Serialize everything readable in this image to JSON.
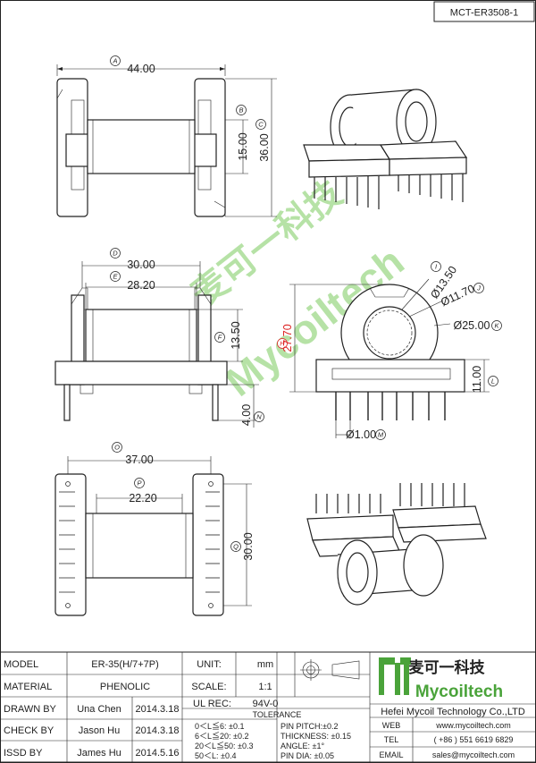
{
  "drawing_number": "MCT-ER3508-1",
  "watermark": {
    "cn": "麦可一科技",
    "en": "Mycoiltech"
  },
  "dimensions": {
    "A": {
      "letter": "A",
      "value": "44.00"
    },
    "B": {
      "letter": "B",
      "value": "15.00"
    },
    "C": {
      "letter": "C",
      "value": "36.00"
    },
    "D": {
      "letter": "D",
      "value": "30.00"
    },
    "E": {
      "letter": "E",
      "value": "28.20"
    },
    "F": {
      "letter": "F",
      "value": "13.50"
    },
    "H": {
      "letter": "H",
      "value": "27.70"
    },
    "I": {
      "letter": "I",
      "value": "Ø13.50"
    },
    "J": {
      "letter": "J",
      "value": "Ø11.70"
    },
    "K": {
      "letter": "K",
      "value": "Ø25.00"
    },
    "L": {
      "letter": "L",
      "value": "11.00"
    },
    "M": {
      "letter": "M",
      "value": "Ø1.00"
    },
    "N": {
      "letter": "N",
      "value": "4.00"
    },
    "O": {
      "letter": "O",
      "value": "37.00"
    },
    "P": {
      "letter": "P",
      "value": "22.20"
    },
    "Q": {
      "letter": "Q",
      "value": "30.00"
    }
  },
  "title_block": {
    "model_label": "MODEL",
    "model_value": "ER-35(H/7+7P)",
    "material_label": "MATERIAL",
    "material_value": "PHENOLIC",
    "drawn_label": "DRAWN BY",
    "drawn_name": "Una Chen",
    "drawn_date": "2014.3.18",
    "check_label": "CHECK BY",
    "check_name": "Jason Hu",
    "check_date": "2014.3.18",
    "issued_label": "ISSD BY",
    "issued_name": "James Hu",
    "issued_date": "2014.5.16",
    "unit_label": "UNIT:",
    "unit_value": "mm",
    "scale_label": "SCALE:",
    "scale_value": "1:1",
    "ul_label": "UL REC:",
    "ul_value": "94V-0",
    "tolerance_label": "TOLERANCE",
    "tol_1": "0＜L≦6: ±0.1",
    "tol_2": "6＜L≦20: ±0.2",
    "tol_3": "20＜L≦50: ±0.3",
    "tol_4": "50＜L: ±0.4",
    "pin_pitch": "PIN PITCH:±0.2",
    "thickness": "THICKNESS: ±0.15",
    "angle": "ANGLE: ±1°",
    "pin_dia": "PIN DIA: ±0.05",
    "logo_cn": "麦可一科技",
    "logo_en": "Mycoiltech",
    "company": "Hefei Mycoil Technology Co.,LTD",
    "web_label": "WEB",
    "web_value": "www.mycoiltech.com",
    "tel_label": "TEL",
    "tel_value": "( +86 ) 551 6619 6829",
    "email_label": "EMAIL",
    "email_value": "sales@mycoiltech.com"
  }
}
